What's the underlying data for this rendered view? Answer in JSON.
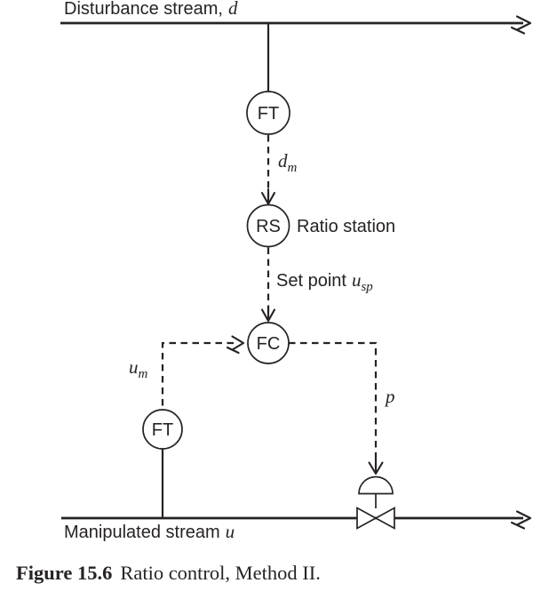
{
  "colors": {
    "ink": "#262322",
    "paper": "#ffffff"
  },
  "streams": {
    "disturbance": {
      "label": "Disturbance stream,",
      "symbol": "d"
    },
    "manipulated": {
      "label": "Manipulated stream",
      "symbol": "u"
    }
  },
  "instruments": {
    "flow_transmitter_top": "FT",
    "ratio_station": "RS",
    "ratio_station_note": "Ratio station",
    "flow_controller": "FC",
    "flow_transmitter_bottom": "FT"
  },
  "signals": {
    "measured_disturbance": {
      "symbol": "d",
      "subscript": "m"
    },
    "setpoint": {
      "label": "Set point",
      "symbol": "u",
      "subscript": "sp"
    },
    "measured_manipulated": {
      "symbol": "u",
      "subscript": "m"
    },
    "controller_output": {
      "symbol": "p"
    }
  },
  "caption": {
    "figure_number": "Figure 15.6",
    "title": "Ratio control, Method II."
  }
}
